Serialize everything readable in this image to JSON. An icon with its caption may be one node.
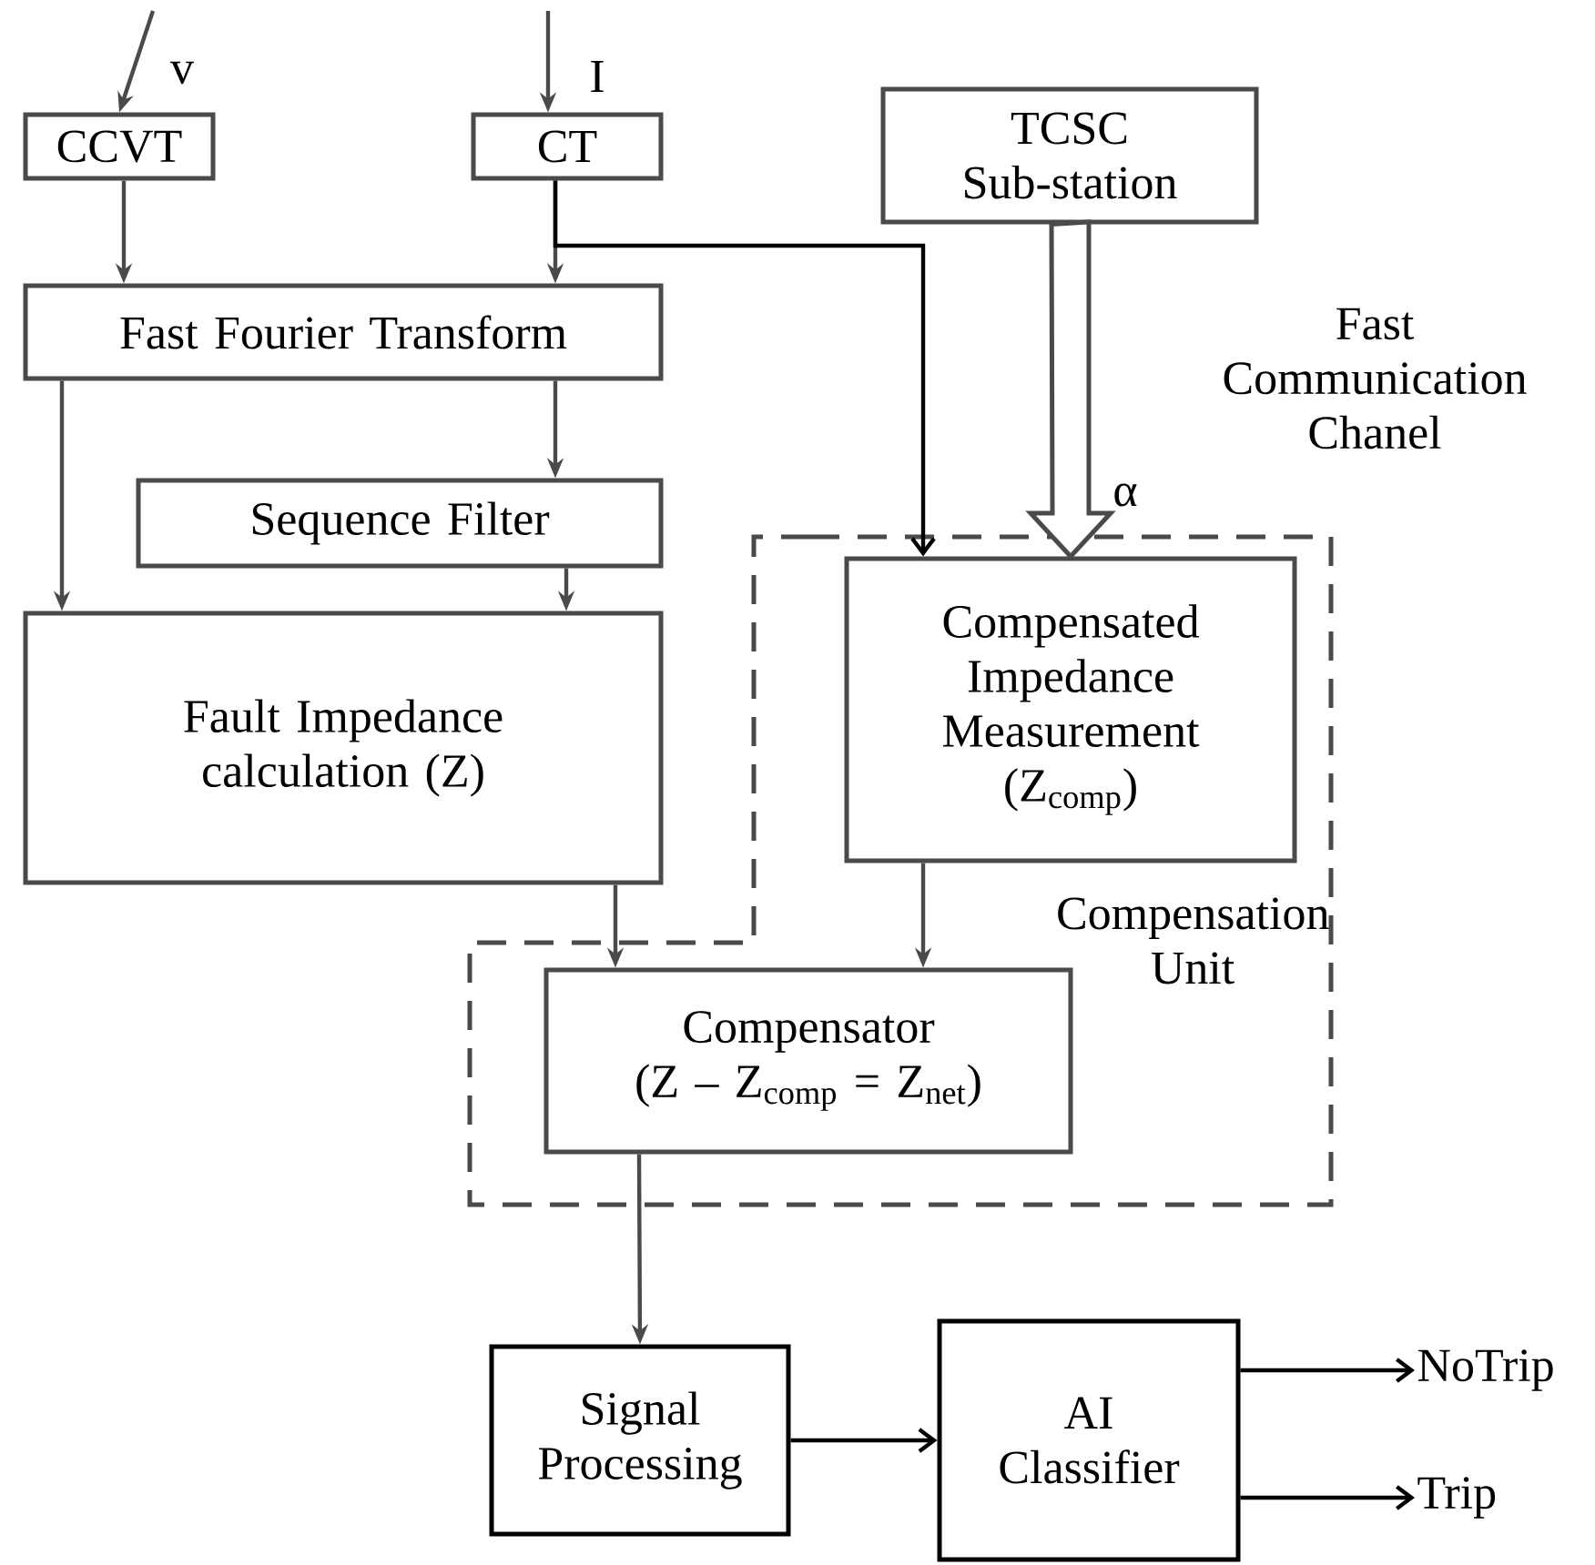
{
  "diagram": {
    "nodes": [
      {
        "text": [
          "CCVT"
        ]
      },
      {
        "text": [
          "CT"
        ]
      },
      {
        "text": [
          "TCSC Sub-station"
        ]
      },
      {
        "text": [
          "Fast Fourier Transform"
        ]
      },
      {
        "text": [
          "Sequence Filter"
        ]
      },
      {
        "text": [
          "Fault Impedance calculation (Z)"
        ]
      },
      {
        "text": [
          "Compensation Unit"
        ]
      },
      {
        "text": [
          "Compensated Impedance Measurement (Z$_{comp}$)"
        ],
        "in": 6
      },
      {
        "text": [
          "Compensator",
          "(Z – Z$_{comp}$ = Z$_{net}$)"
        ],
        "in": 6
      },
      {
        "text": [
          "Signal Processing"
        ]
      },
      {
        "text": [
          "AI Classifier"
        ]
      },
      {
        "text": [
          "NoTrip"
        ]
      },
      {
        "text": [
          "Trip"
        ]
      }
    ],
    "edges": [
      {
        "from": null,
        "to": 0,
        "arrow": "to",
        "label": "v"
      },
      {
        "from": null,
        "to": 1,
        "arrow": "to",
        "label": "I"
      },
      {
        "from": 0,
        "to": 3,
        "arrow": "to"
      },
      {
        "from": 1,
        "to": 3,
        "arrow": "to"
      },
      {
        "from": 1,
        "to": 7,
        "arrow": "to",
        "color": "#000000"
      },
      {
        "from": 2,
        "to": 7,
        "arrow": "to",
        "style": "thick",
        "label": "α"
      },
      {
        "from": 3,
        "to": 5,
        "arrow": "to"
      },
      {
        "from": 3,
        "to": 4,
        "arrow": "to"
      },
      {
        "from": 4,
        "to": 5,
        "arrow": "to"
      },
      {
        "from": 5,
        "to": 8,
        "arrow": "to"
      },
      {
        "from": 7,
        "to": 8,
        "arrow": "to"
      },
      {
        "from": 8,
        "to": 9,
        "arrow": "to"
      },
      {
        "from": 9,
        "to": 10,
        "arrow": "to",
        "color": "#000000"
      },
      {
        "from": 10,
        "to": 11,
        "arrow": "to",
        "color": "#000000"
      },
      {
        "from": 10,
        "to": 12,
        "arrow": "to",
        "color": "#000000"
      }
    ],
    "labels": [
      "Fast Communication Chanel"
    ]
  }
}
